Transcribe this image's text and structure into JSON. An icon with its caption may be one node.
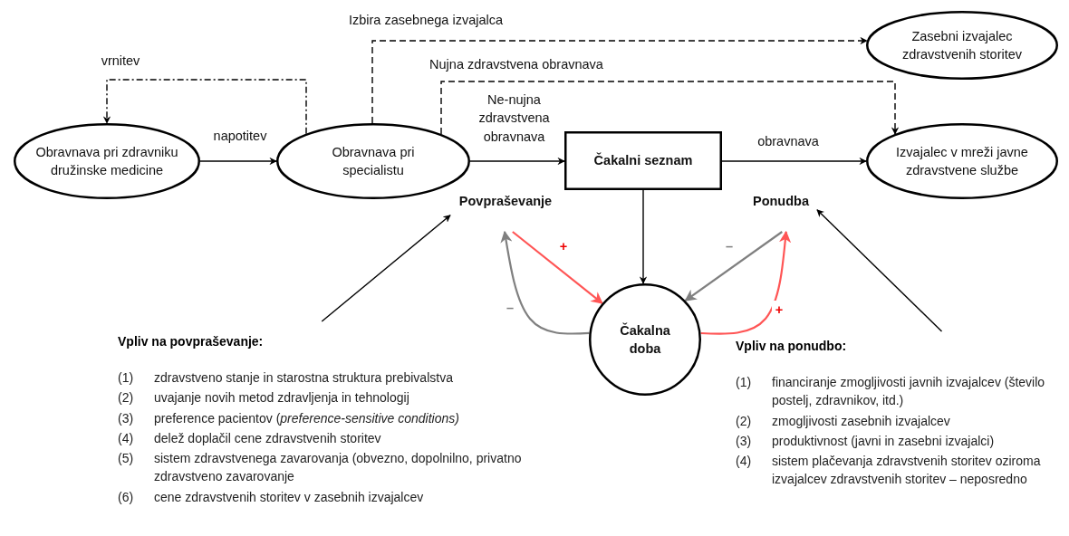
{
  "diagram": {
    "nodes": [
      {
        "text": [
          "Obravnava pri zdravniku družinske medicine"
        ]
      },
      {
        "text": [
          "Obravnava pri specialistu"
        ]
      },
      {
        "text": [
          "Čakalni seznam"
        ]
      },
      {
        "text": [
          "Zasebni izvajalec zdravstvenih storitev"
        ]
      },
      {
        "text": [
          "Izvajalec v mreži javne zdravstvene službe"
        ]
      },
      {
        "text": [
          "Čakalna doba"
        ]
      },
      {
        "text": [
          "Povpraševanje"
        ]
      },
      {
        "text": [
          "Ponudba"
        ]
      },
      {
        "text": [
          "Vpliv na povpraševanje:",
          "(1)",
          "zdravstveno stanje in starostna struktura prebivalstva",
          "(2)",
          "uvajanje novih metod zdravljenja in tehnologij",
          "(3)",
          "preference pacientov (*preference-sensitive conditions)*",
          "(4)",
          "delež doplačil cene zdravstvenih storitev",
          "(5)",
          "sistem zdravstvenega zavarovanja (obvezno, dopolnilno, privatno zdravstveno zavarovanje",
          "(6)",
          "cene zdravstvenih storitev v zasebnih izvajalcev"
        ]
      },
      {
        "text": [
          "Vpliv na ponudbo:",
          "(1)",
          "financiranje zmogljivosti javnih izvajalcev (število postelj, zdravnikov, itd.)",
          "(2)",
          "zmogljivosti zasebnih izvajalcev",
          "(3)",
          "produktivnost (javni in zasebni izvajalci)",
          "(4)",
          "sistem plačevanja zdravstvenih storitev oziroma izvajalcev zdravstvenih storitev – neposredno"
        ]
      }
    ],
    "edges": [
      {
        "from": 0,
        "to": 1,
        "arrow": "to",
        "label": "napotitev"
      },
      {
        "from": 1,
        "to": 0,
        "arrow": "to",
        "label": "vrnitev",
        "style": "dashed"
      },
      {
        "from": 1,
        "to": 3,
        "arrow": "to",
        "label": "Izbira zasebnega izvajalca",
        "style": "dashed"
      },
      {
        "from": 1,
        "to": 4,
        "arrow": "to",
        "label": "Nujna zdravstvena obravnava",
        "style": "dashed"
      },
      {
        "from": 1,
        "to": 2,
        "arrow": "to",
        "label": "Ne-nujna zdravstvena obravnava"
      },
      {
        "from": 2,
        "to": 4,
        "arrow": "to",
        "label": "obravnava"
      },
      {
        "from": 2,
        "to": 5,
        "arrow": "to"
      },
      {
        "from": 6,
        "to": 5,
        "arrow": "to",
        "label": "+",
        "color": "#ff5555"
      },
      {
        "from": 5,
        "to": 6,
        "arrow": "to",
        "label": "–",
        "color": "#808080"
      },
      {
        "from": 7,
        "to": 5,
        "arrow": "to",
        "label": "–",
        "color": "#808080"
      },
      {
        "from": 5,
        "to": 7,
        "arrow": "to",
        "label": "+",
        "color": "#ff5555"
      },
      {
        "from": 8,
        "to": 6,
        "arrow": "to"
      },
      {
        "from": 9,
        "to": 7,
        "arrow": "to"
      }
    ]
  }
}
